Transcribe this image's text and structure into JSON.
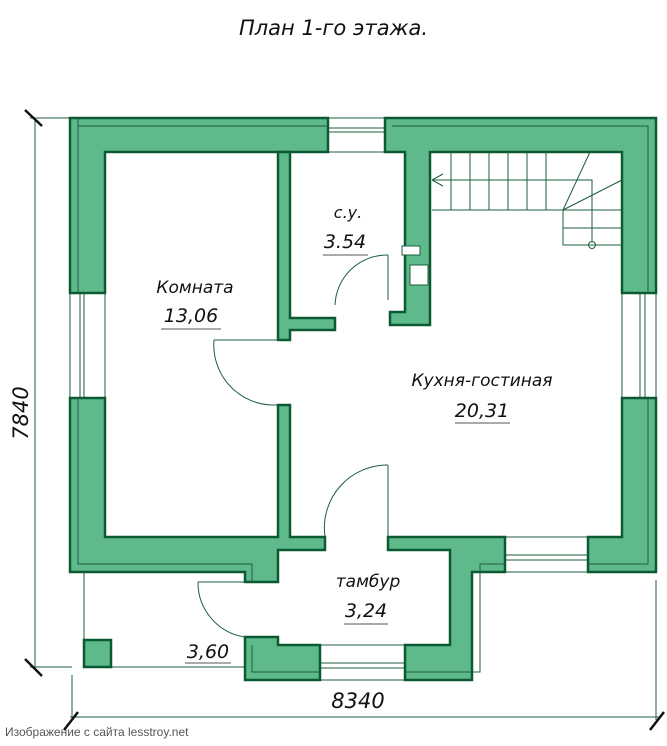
{
  "title": "План 1-го этажа.",
  "rooms": [
    {
      "name": "Комната",
      "area": "13,06"
    },
    {
      "name": "с.у.",
      "area": "3.54"
    },
    {
      "name": "Кухня-гостиная",
      "area": "20,31"
    },
    {
      "name": "тамбур",
      "area": "3,24"
    }
  ],
  "porch_area": "3,60",
  "dimensions": {
    "height": "7840",
    "width": "8340"
  },
  "credit": "Изображение с сайта lesstroy.net",
  "colors": {
    "wall_fill": "#5fba8b",
    "wall_stroke": "#0b5a34"
  }
}
